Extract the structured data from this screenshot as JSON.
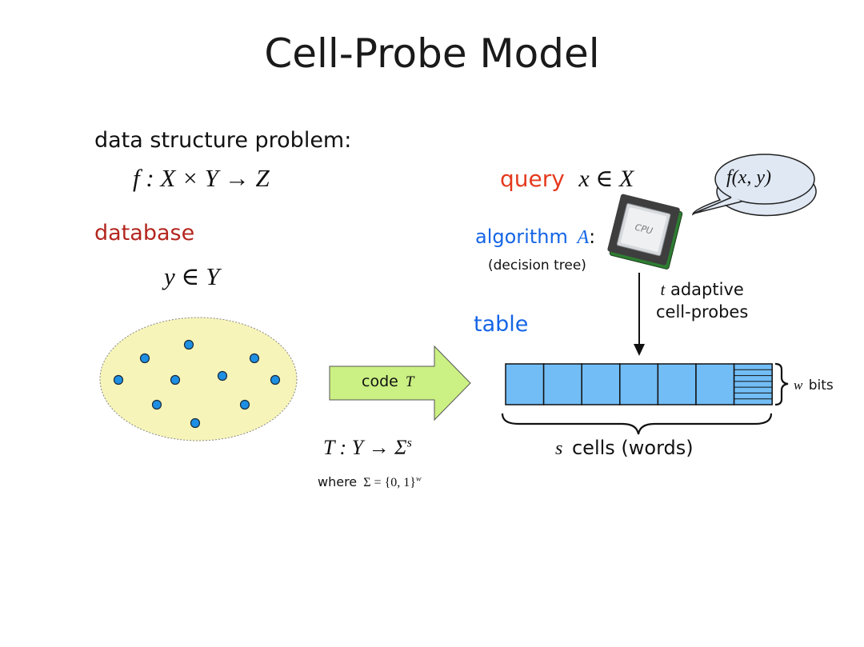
{
  "title": "Cell-Probe Model",
  "problem": {
    "label": "data structure problem:",
    "formula": "f : X × Y → Z"
  },
  "database": {
    "label": "database",
    "formula": "y ∈ Y"
  },
  "query": {
    "label": "query",
    "formula": "x ∈ X"
  },
  "answer_bubble": "f(x, y)",
  "cpu_chip_text": "CPU",
  "algorithm": {
    "label": "algorithm",
    "name": "A",
    "colon": ":",
    "note": "(decision tree)"
  },
  "probes": {
    "t": "t",
    "line1": "adaptive",
    "line2": "cell-probes"
  },
  "table_label": "table",
  "code": {
    "label": "code",
    "name": "T"
  },
  "mapping": {
    "formula_prefix": "T : Y → Σ",
    "formula_sup": "s",
    "where_word": "where",
    "sigma_def": "Σ = {0, 1}",
    "sigma_sup": "w"
  },
  "cells": {
    "s": "s",
    "label": "cells (words)",
    "count": 7
  },
  "bits": {
    "w": "w",
    "label": "bits"
  },
  "colors": {
    "query": "#e53a1e",
    "database": "#b3261e",
    "algorithm": "#1565e6",
    "table_cell": "#72bdf6",
    "database_blob": "#f7f4b9",
    "data_point": "#1e8fe3",
    "code_arrow": "#cbf083",
    "bubble": "#dfe8f3"
  }
}
